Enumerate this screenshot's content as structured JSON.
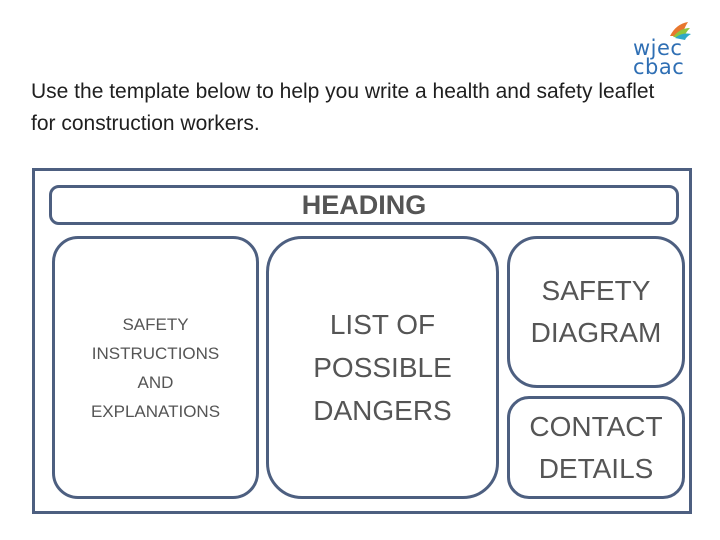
{
  "logo": {
    "line1": "wjec",
    "line2": "cbac",
    "icon": "book-logo-icon",
    "colors": {
      "text": "#2f6fb4",
      "accent_orange": "#e8772e",
      "accent_green": "#8dc63f",
      "accent_teal": "#2ea8c8"
    }
  },
  "instruction": "Use the template below to help you write a health and safety leaflet for construction workers.",
  "template": {
    "heading": "HEADING",
    "safety_instructions": "SAFETY\nINSTRUCTIONS\nAND\nEXPLANATIONS",
    "dangers": "LIST OF\nPOSSIBLE\nDANGERS",
    "diagram": "SAFETY\nDIAGRAM",
    "contact": "CONTACT\nDETAILS"
  },
  "colors": {
    "border": "#4d5f80",
    "label_text": "#555555"
  }
}
